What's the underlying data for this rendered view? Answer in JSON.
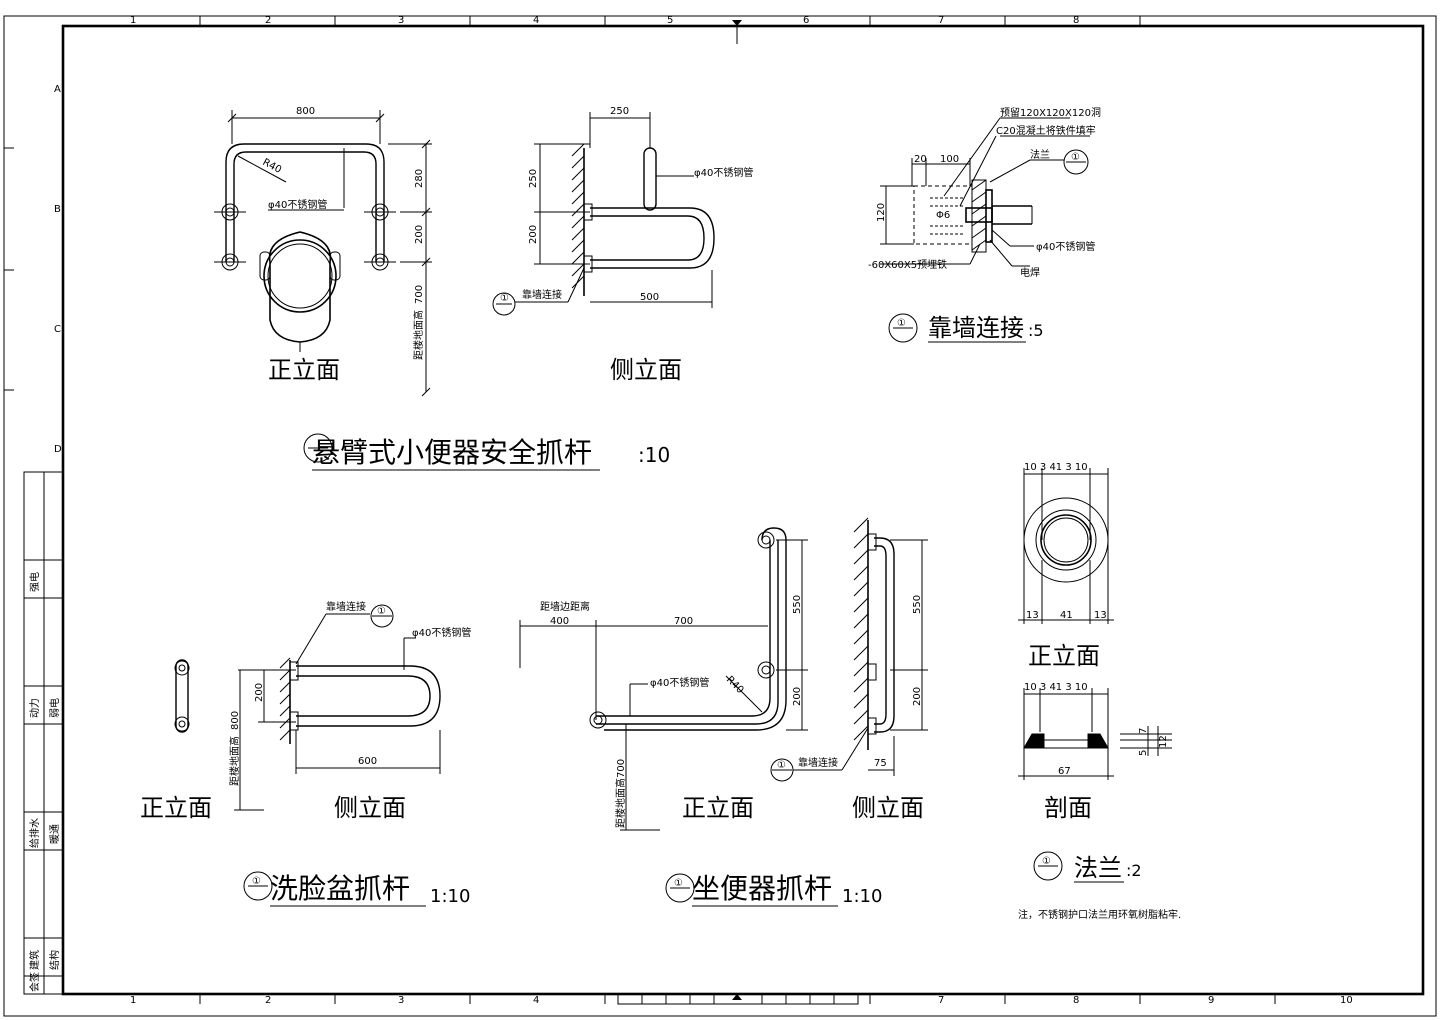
{
  "border": {
    "col_numbers": [
      "1",
      "2",
      "3",
      "4",
      "5",
      "6",
      "7",
      "8",
      "9",
      "10"
    ],
    "row_letters": [
      "A",
      "B",
      "C",
      "D"
    ]
  },
  "title_block": {
    "cells": [
      "强电",
      "动力",
      "弱电",
      "给排水",
      "暖通",
      "建筑",
      "结构",
      "会签"
    ]
  },
  "urinal": {
    "view_front": "正立面",
    "view_side": "侧立面",
    "title": "悬臂式小便器安全抓杆",
    "scale": ":10",
    "symbol": "①",
    "dim_800": "800",
    "dim_r40": "R40",
    "pipe_label": "φ40不锈钢管",
    "dim_280": "280",
    "dim_200": "200",
    "dim_700": "700",
    "height_label": "距楼地面高",
    "side_250": "250",
    "side_250v": "250",
    "side_200v": "200",
    "side_500": "500",
    "side_pipe_label": "φ40不锈钢管",
    "side_wall_label": "靠墙连接"
  },
  "wall_detail": {
    "title": "靠墙连接",
    "scale": ":5",
    "symbol": "①",
    "note1": "预留120X120X120洞",
    "note2": "C20混凝土将铁件填牢",
    "flange": "法兰",
    "dim_20": "20",
    "dim_100": "100",
    "dim_120": "120",
    "phi6": "Φ6",
    "plate": "-60X60X5预埋铁",
    "pipe": "φ40不锈钢管",
    "weld": "电焊"
  },
  "basin": {
    "title": "洗脸盆抓杆",
    "scale": "1:10",
    "symbol": "①",
    "view_front": "正立面",
    "view_side": "侧立面",
    "wall_label": "靠墙连接",
    "pipe_label": "φ40不锈钢管",
    "dim_200": "200",
    "dim_800": "800",
    "dim_600": "600",
    "height_label": "距楼地面高"
  },
  "toilet": {
    "title": "坐便器抓杆",
    "scale": "1:10",
    "symbol": "①",
    "view_front": "正立面",
    "view_side": "侧立面",
    "wall_dist": "距墙边距离",
    "dim_400": "400",
    "dim_700": "700",
    "dim_550": "550",
    "dim_200": "200",
    "dim_r40": "R40",
    "pipe_label": "φ40不锈钢管",
    "height_label": "距楼地面高700",
    "side_550": "550",
    "side_200": "200",
    "side_75": "75",
    "side_wall_label": "靠墙连接"
  },
  "flange": {
    "title": "法兰",
    "scale": ":2",
    "symbol": "①",
    "view_front": "正立面",
    "view_section": "剖面",
    "top_dims": "10 3   41   3 10",
    "mid_13a": "13",
    "mid_41": "41",
    "mid_13b": "13",
    "sec_dims": "10 3   41   3 10",
    "sec_67": "67",
    "sec_7": "7",
    "sec_5": "5",
    "sec_12": "12",
    "note": "注，不锈钢护口法兰用环氧树脂粘牢."
  }
}
